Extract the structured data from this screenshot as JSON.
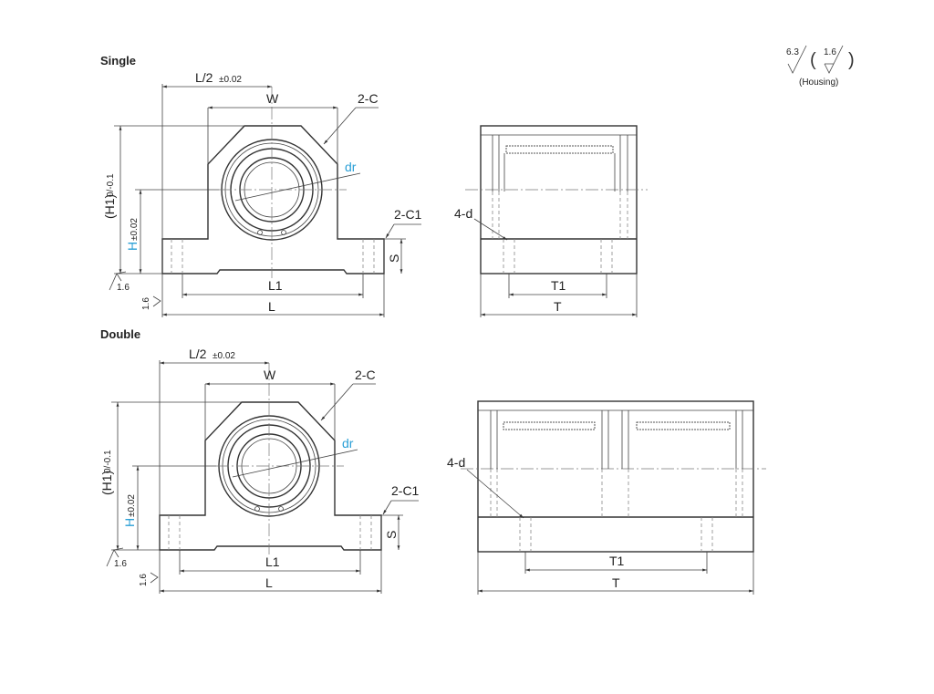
{
  "sections": [
    {
      "title": "Single",
      "front": {
        "half_length": "L/2",
        "half_length_tol": "±0.02",
        "width": "W",
        "chamfer": "2-C",
        "bore": "dr",
        "total_height": "(H1)",
        "total_height_tol": "0/-0.1",
        "height": "H",
        "height_tol": "±0.02",
        "base_chamfer": "2-C1",
        "base_thickness": "S",
        "hole_pitch": "L1",
        "length": "L",
        "finish_a": "1.6",
        "finish_b": "1.6"
      },
      "side": {
        "holes": "4-d",
        "hole_pitch": "T1",
        "length": "T"
      }
    },
    {
      "title": "Double",
      "front": {
        "half_length": "L/2",
        "half_length_tol": "±0.02",
        "width": "W",
        "chamfer": "2-C",
        "bore": "dr",
        "total_height": "(H1)",
        "total_height_tol": "0/-0.1",
        "height": "H",
        "height_tol": "±0.02",
        "base_chamfer": "2-C1",
        "base_thickness": "S",
        "hole_pitch": "L1",
        "length": "L",
        "finish_a": "1.6",
        "finish_b": "1.6"
      },
      "side": {
        "holes": "4-d",
        "hole_pitch": "T1",
        "length": "T"
      }
    }
  ],
  "surface_finish": {
    "general": "6.3",
    "housing_value": "1.6",
    "housing_label": "(Housing)"
  },
  "colors": {
    "highlight": "#2a9fd6",
    "line": "#333333"
  }
}
